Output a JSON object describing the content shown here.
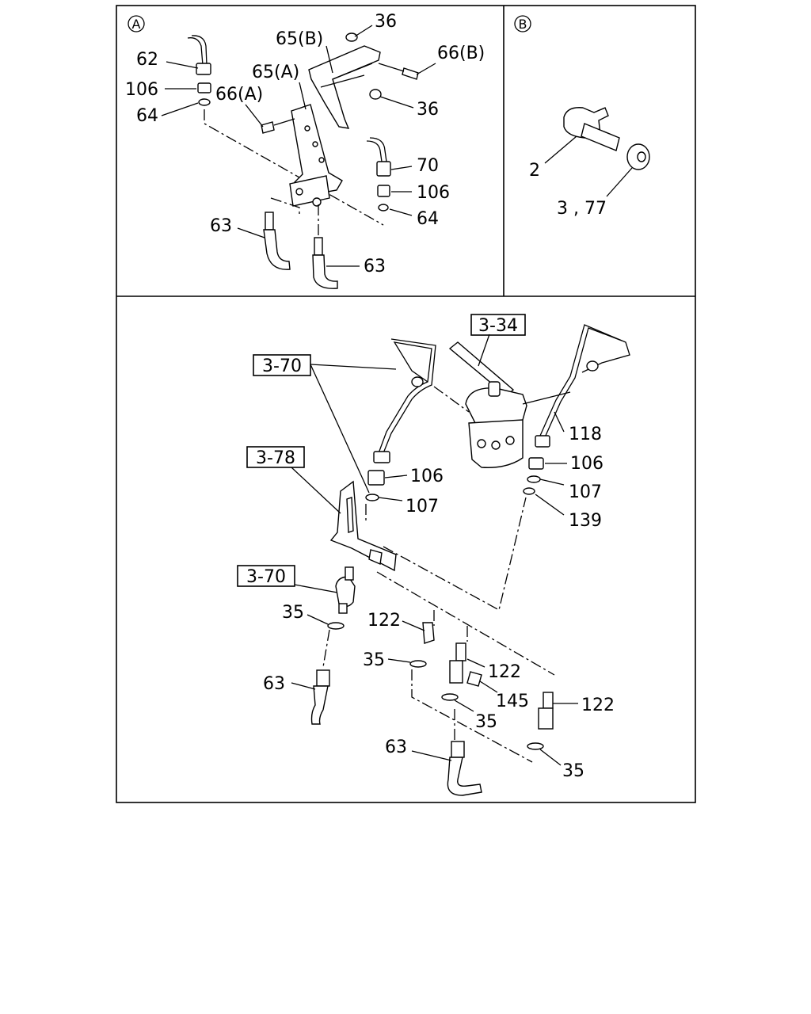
{
  "sections": {
    "a_marker": "A",
    "b_marker": "B"
  },
  "callouts": {
    "p36_top": "36",
    "p65b": "65(B)",
    "p66b": "66(B)",
    "p62": "62",
    "p65a": "65(A)",
    "p106_a_left": "106",
    "p66a": "66(A)",
    "p36_mid": "36",
    "p64_left": "64",
    "p70": "70",
    "p106_a_right": "106",
    "p64_right": "64",
    "p63_a_left": "63",
    "p63_a_right": "63",
    "p2": "2",
    "p3_77": "3 , 77",
    "p118": "118",
    "p106_main_left": "106",
    "p106_main_right": "106",
    "p107_main_left": "107",
    "p107_main_right": "107",
    "p139": "139",
    "p35_a": "35",
    "p122_a": "122",
    "p35_b": "35",
    "p122_b": "122",
    "p145": "145",
    "p63_main_left": "63",
    "p35_c": "35",
    "p122_c": "122",
    "p63_main_bottom": "63",
    "p35_d": "35"
  },
  "references": {
    "ref_3_34": "3-34",
    "ref_3_70_top": "3-70",
    "ref_3_78": "3-78",
    "ref_3_70_bottom": "3-70"
  }
}
